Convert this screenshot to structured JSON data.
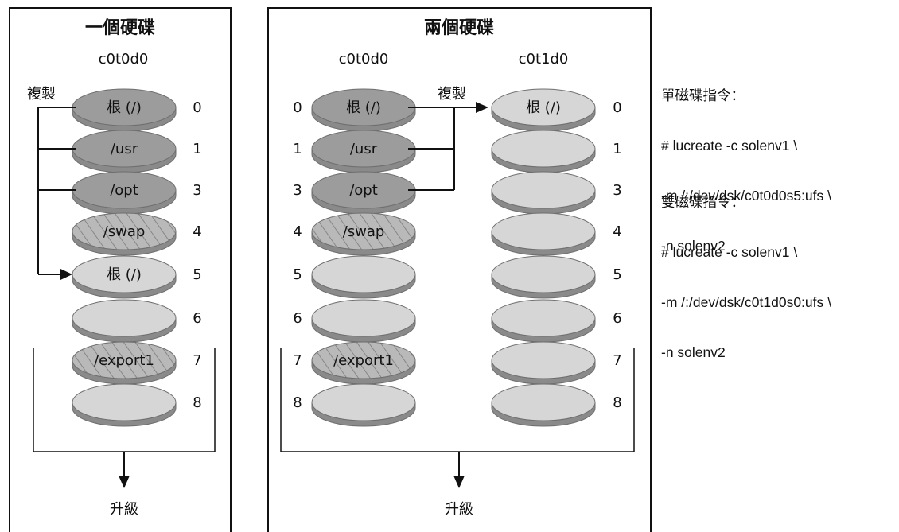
{
  "colors": {
    "disk_dark": "#9c9c9c",
    "disk_light": "#d6d6d6",
    "disk_edge": "#6f6f6f",
    "line": "#111111"
  },
  "left_panel": {
    "title": "一個硬碟",
    "disk_label": "c0t0d0",
    "copy_label": "複製",
    "upgrade_label": "升級",
    "slices": [
      {
        "num": "0",
        "label": "根 (/)",
        "style": "dark"
      },
      {
        "num": "1",
        "label": "/usr",
        "style": "dark"
      },
      {
        "num": "3",
        "label": "/opt",
        "style": "dark"
      },
      {
        "num": "4",
        "label": "/swap",
        "style": "hatched"
      },
      {
        "num": "5",
        "label": "根 (/)",
        "style": "light"
      },
      {
        "num": "6",
        "label": "",
        "style": "light"
      },
      {
        "num": "7",
        "label": "/export1",
        "style": "hatched"
      },
      {
        "num": "8",
        "label": "",
        "style": "light"
      }
    ]
  },
  "right_panel": {
    "title": "兩個硬碟",
    "disk1_label": "c0t0d0",
    "disk2_label": "c0t1d0",
    "copy_label": "複製",
    "upgrade_label": "升級",
    "disk1_slices": [
      {
        "num": "0",
        "label": "根 (/)",
        "style": "dark"
      },
      {
        "num": "1",
        "label": "/usr",
        "style": "dark"
      },
      {
        "num": "3",
        "label": "/opt",
        "style": "dark"
      },
      {
        "num": "4",
        "label": "/swap",
        "style": "hatched"
      },
      {
        "num": "5",
        "label": "",
        "style": "light"
      },
      {
        "num": "6",
        "label": "",
        "style": "light"
      },
      {
        "num": "7",
        "label": "/export1",
        "style": "hatched"
      },
      {
        "num": "8",
        "label": "",
        "style": "light"
      }
    ],
    "disk2_slices": [
      {
        "num": "0",
        "label": "根 (/)",
        "style": "light"
      },
      {
        "num": "1",
        "label": "",
        "style": "light"
      },
      {
        "num": "3",
        "label": "",
        "style": "light"
      },
      {
        "num": "4",
        "label": "",
        "style": "light"
      },
      {
        "num": "5",
        "label": "",
        "style": "light"
      },
      {
        "num": "6",
        "label": "",
        "style": "light"
      },
      {
        "num": "7",
        "label": "",
        "style": "light"
      },
      {
        "num": "8",
        "label": "",
        "style": "light"
      }
    ]
  },
  "commands": {
    "single_heading": "單磁碟指令：",
    "single_lines": [
      "# lucreate -c solenv1 \\",
      "-m /:/dev/dsk/c0t0d0s5:ufs \\",
      "-n solenv2"
    ],
    "dual_heading": "雙磁碟指令：",
    "dual_lines": [
      "# lucreate -c solenv1 \\",
      "-m /:/dev/dsk/c0t1d0s0:ufs \\",
      "-n solenv2"
    ]
  }
}
